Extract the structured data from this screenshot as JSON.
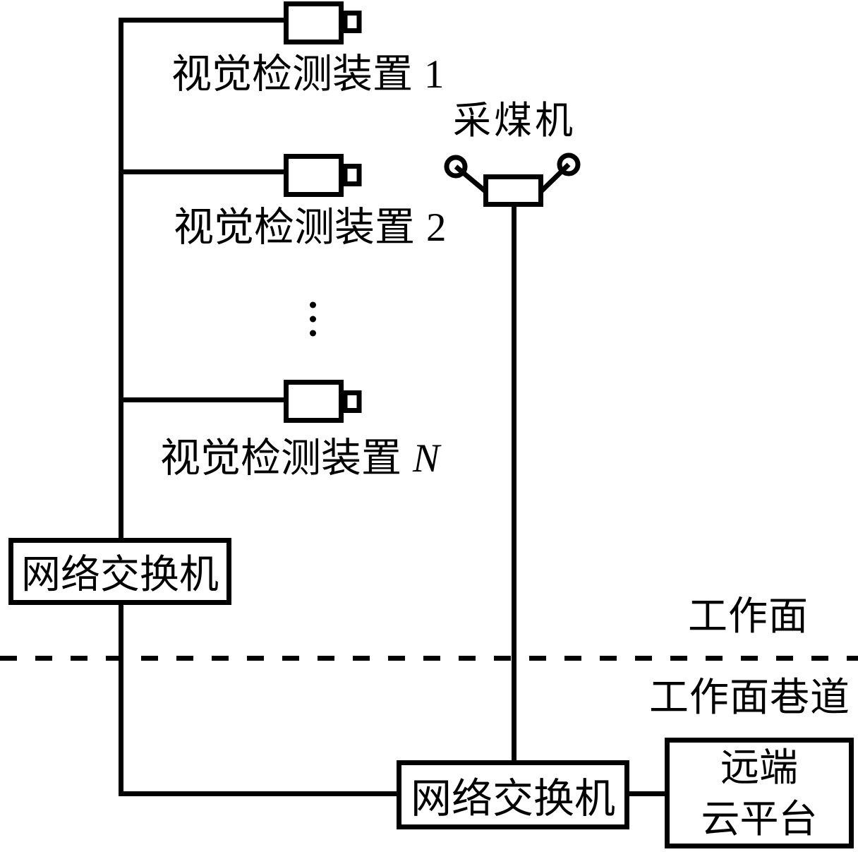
{
  "diagram": {
    "devices": [
      {
        "label": "视觉检测装置",
        "number": "1"
      },
      {
        "label": "视觉检测装置",
        "number": "2"
      },
      {
        "label": "视觉检测装置",
        "number": "N"
      }
    ],
    "shearer_label": "采煤机",
    "switch_top_label": "网络交换机",
    "switch_bottom_label": "网络交换机",
    "cloud_label_line1": "远端",
    "cloud_label_line2": "云平台",
    "zone_above_label": "工作面",
    "zone_below_label": "工作面巷道"
  },
  "colors": {
    "line": "#000000",
    "background": "#ffffff"
  }
}
